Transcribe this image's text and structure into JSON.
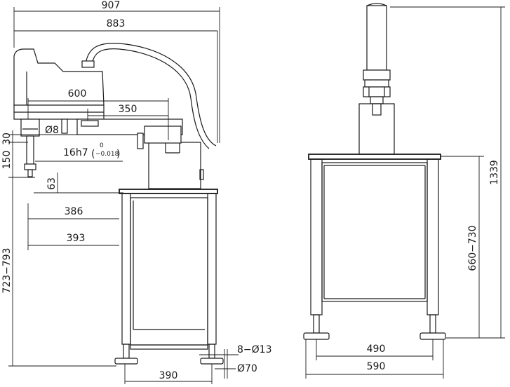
{
  "dimensions": {
    "overall_width": "907",
    "arm_reach": "883",
    "arm1_length": "600",
    "arm2_length": "350",
    "shaft_diameter": "Ø8",
    "shaft_tolerance_base": "16h7",
    "tol_upper": "0",
    "tol_lower": "−0.018",
    "v_30": "30",
    "v_150": "150",
    "v_63": "63",
    "h_386": "386",
    "h_393": "393",
    "height_range_left": "723−793",
    "foot_holes": "8−Ø13",
    "foot_diameter": "Ø70",
    "foot_spacing_left": "390",
    "overall_height": "1339",
    "table_height": "660−730",
    "stand_inner_width": "490",
    "stand_outer_width": "590"
  }
}
